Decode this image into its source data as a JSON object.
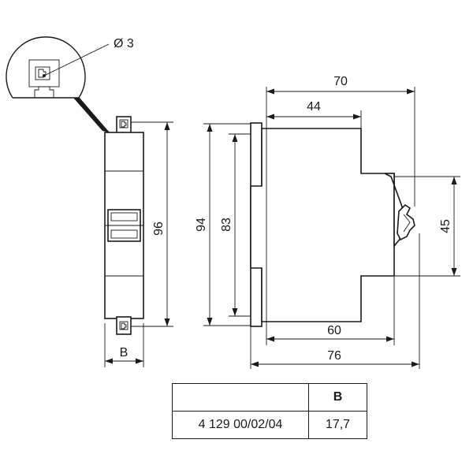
{
  "detail": {
    "hole_label": "Ø 3"
  },
  "front_view": {
    "height_label": "96",
    "width_label": "B"
  },
  "side_view": {
    "total_depth_label": "70",
    "inner_depth_label": "44",
    "total_height_label": "94",
    "inner_height_label": "83",
    "front_height_label": "45",
    "bottom_depth_label": "60",
    "overall_depth_label": "76"
  },
  "table": {
    "header": [
      "",
      "B"
    ],
    "rows": [
      [
        "4 129 00/02/04",
        "17,7"
      ]
    ]
  }
}
